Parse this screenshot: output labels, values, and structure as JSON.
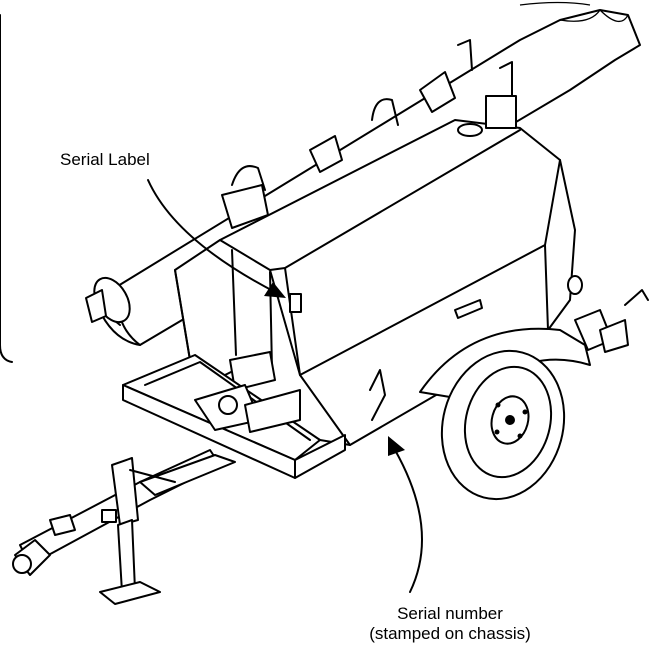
{
  "callouts": {
    "serial_label": "Serial Label",
    "serial_number_line1": "Serial number",
    "serial_number_line2": "(stamped on chassis)"
  },
  "colors": {
    "ink": "#000000",
    "paper": "#ffffff"
  }
}
